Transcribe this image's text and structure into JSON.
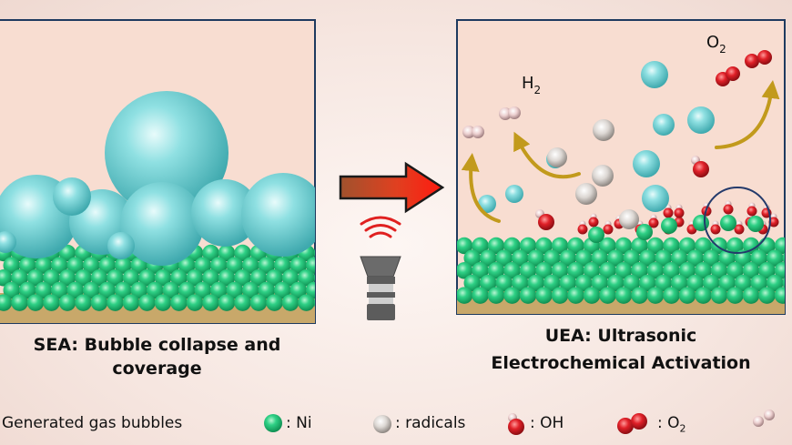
{
  "left_caption_line1": "SEA: Bubble collapse and",
  "left_caption_line2": "coverage",
  "right_caption_line1": "UEA: Ultrasonic",
  "right_caption_line2": "Electrochemical Activation",
  "gas_h2": "H",
  "gas_h2_sub": "2",
  "gas_o2": "O",
  "gas_o2_sub": "2",
  "legend": {
    "bubbles": "Generated gas bubbles",
    "ni": ": Ni",
    "radicals": ": radicals",
    "oh": ": OH",
    "o2_prefix": ": O",
    "o2_sub": "2"
  },
  "colors": {
    "ni": "#22c47a",
    "bubble": "#6fd3d6",
    "radical": "#d9d4d0",
    "oxygen": "#d81c24",
    "substrate": "#c8a86a",
    "arrow_gold": "#c29a1c",
    "panel_bg": "#f8ddd1"
  }
}
